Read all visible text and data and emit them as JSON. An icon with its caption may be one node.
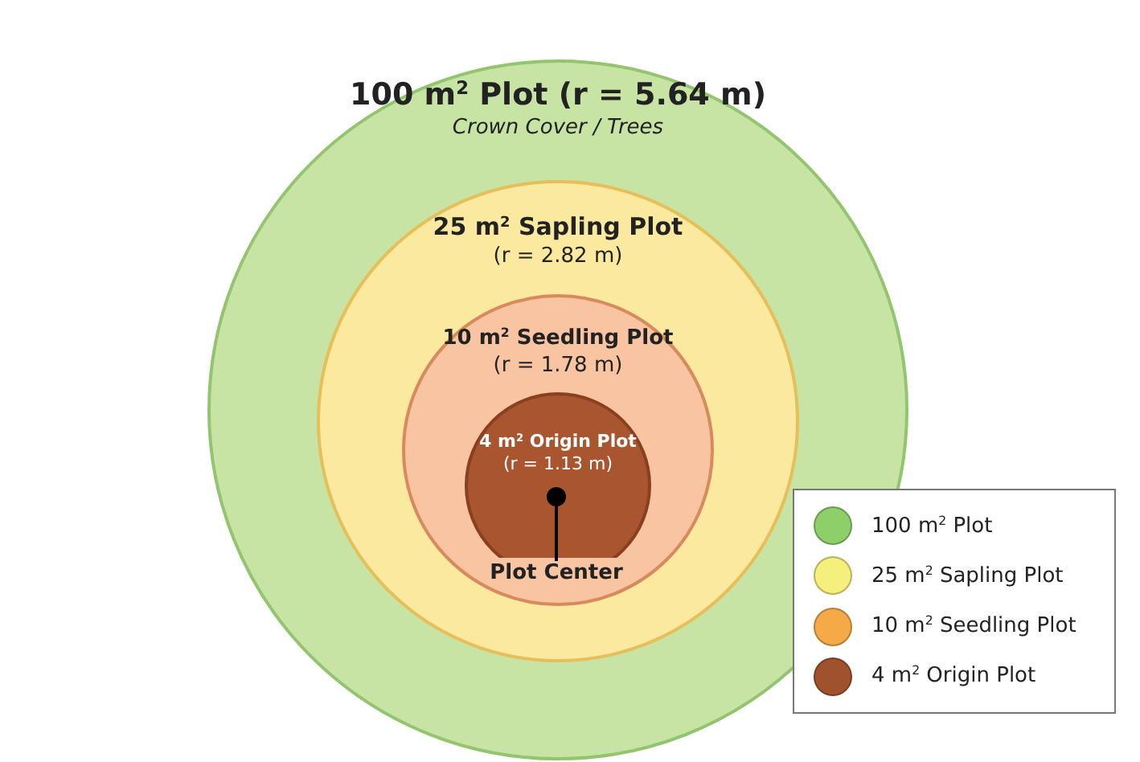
{
  "diagram": {
    "nodes": [
      {
        "text": [
          "100 m$^{2}$ Plot (r = 5.64 m)",
          "Crown Cover / Trees"
        ]
      },
      {
        "text": [
          "25 m$^{2}$ Sapling Plot",
          "(r = 2.82 m)"
        ],
        "in": 0
      },
      {
        "text": [
          "10 m$^{2}$ Seedling Plot",
          "(r = 1.78 m)"
        ],
        "in": 1
      },
      {
        "text": [
          "4 m$^{2}$ Origin Plot",
          "(r = 1.13 m)"
        ],
        "in": 2
      },
      {
        "text": [],
        "shape": "circle",
        "in": 3
      },
      {
        "text": [
          "Plot Center"
        ],
        "in": 2
      }
    ],
    "edges": [
      {
        "from": 5,
        "to": 4,
        "arrow": "none"
      }
    ],
    "legend": [
      {
        "text": "100 m$^{2}$ Plot",
        "color": "#8fcf6a"
      },
      {
        "text": "25 m$^{2}$ Sapling Plot",
        "color": "#f5ef7c"
      },
      {
        "text": "10 m$^{2}$ Seedling Plot",
        "color": "#f5a947"
      },
      {
        "text": "4 m$^{2}$ Origin Plot",
        "color": "#a0522d"
      }
    ]
  }
}
